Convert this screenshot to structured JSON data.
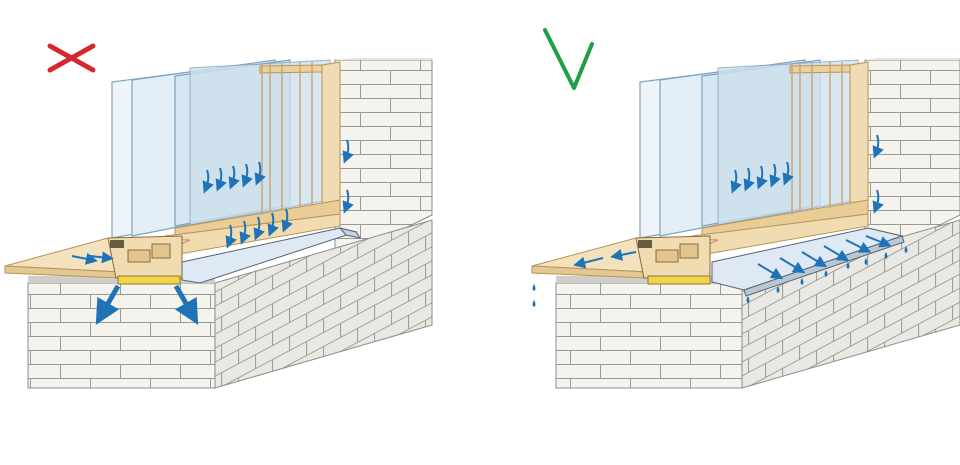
{
  "diagram": {
    "panels": [
      {
        "id": "wrong",
        "mark_icon": "cross-icon",
        "mark_color": "#d6262e",
        "drip_side": "wall",
        "has_drip_edge": false
      },
      {
        "id": "correct",
        "mark_icon": "checkmark-icon",
        "mark_color": "#1e9e45",
        "drip_side": "outer-edge",
        "has_drip_edge": true
      }
    ],
    "colors": {
      "brick_face": "#f4f3ee",
      "brick_line": "#9a9a95",
      "wood": "#f1dcb2",
      "wood_dark": "#d9b77a",
      "glass": "#dde9f2",
      "sill": "#dfe9f4",
      "insulation": "#f3d34a",
      "water": "#1f74b8",
      "mortar": "#bdbdbd"
    }
  }
}
